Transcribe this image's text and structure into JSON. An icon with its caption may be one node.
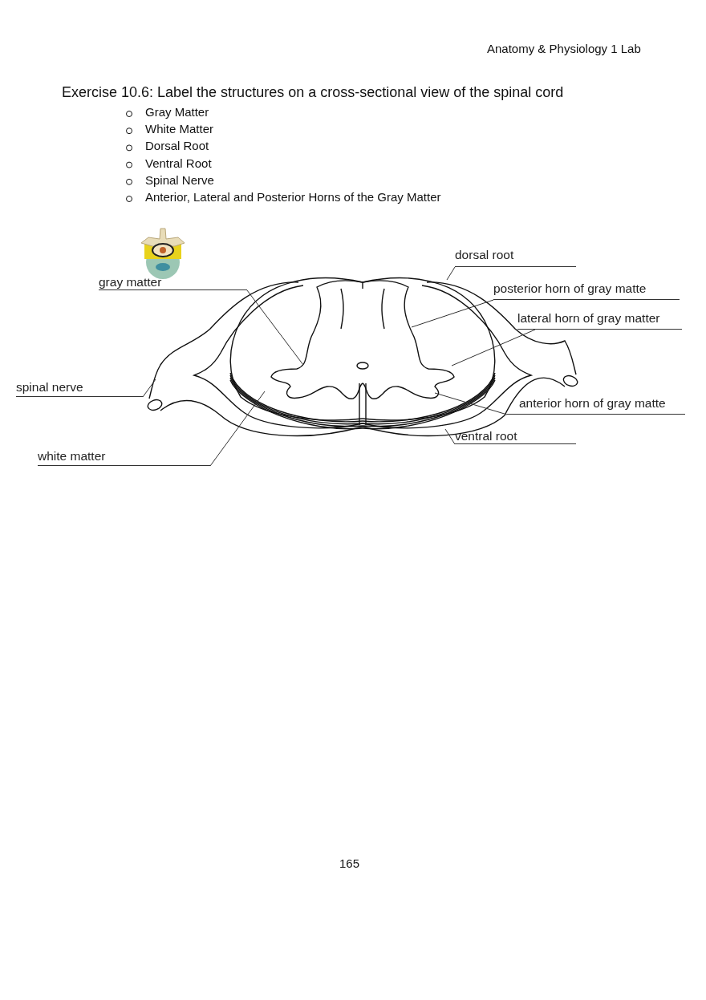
{
  "diagram": {
    "title": "Exercise 10.6: Label the structures on a cross-sectional view of the spinal cord",
    "nodes": [
      {
        "text": [
          "gray matter"
        ]
      },
      {
        "text": [
          "dorsal root"
        ]
      },
      {
        "text": [
          "posterior horn of gray matte"
        ]
      },
      {
        "text": [
          "lateral horn of gray matter"
        ]
      },
      {
        "text": [
          "spinal nerve"
        ]
      },
      {
        "text": [
          "anterior horn of gray matte"
        ]
      },
      {
        "text": [
          "ventral root"
        ]
      },
      {
        "text": [
          "white matter"
        ]
      }
    ],
    "edges": [
      {
        "from": 0,
        "to": null,
        "arrow": "none"
      },
      {
        "from": 1,
        "to": null,
        "arrow": "none"
      },
      {
        "from": 2,
        "to": null,
        "arrow": "none"
      },
      {
        "from": 3,
        "to": null,
        "arrow": "none"
      },
      {
        "from": 4,
        "to": null,
        "arrow": "none"
      },
      {
        "from": 5,
        "to": null,
        "arrow": "none"
      },
      {
        "from": 6,
        "to": null,
        "arrow": "none"
      },
      {
        "from": 7,
        "to": null,
        "arrow": "none"
      }
    ],
    "labels": [
      "Anatomy & Physiology 1 Lab",
      "Gray Matter",
      "White Matter",
      "Dorsal Root",
      "Ventral Root",
      "Spinal Nerve",
      "Anterior, Lateral and Posterior Horns of the Gray Matter",
      "165"
    ]
  }
}
